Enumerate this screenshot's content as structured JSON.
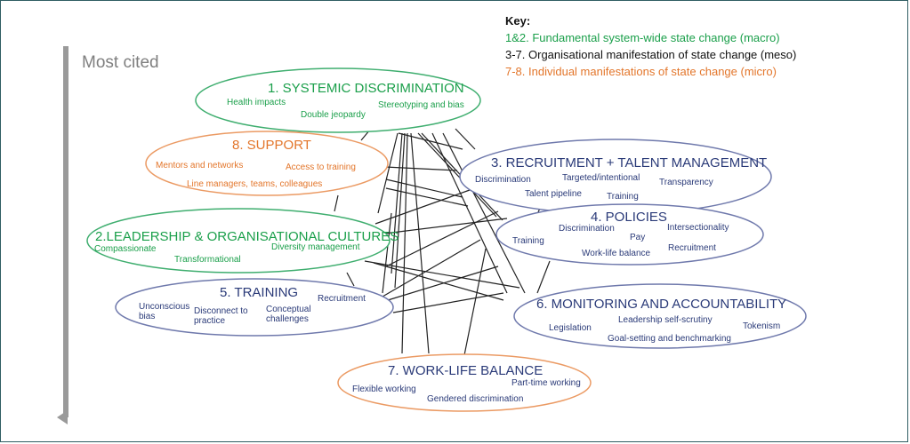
{
  "colors": {
    "macro": "#1a9f4a",
    "micro": "#e3762b",
    "meso": "#2a3a78",
    "macro_ellipse": "#3fae6f",
    "micro_ellipse": "#eb9a63",
    "meso_ellipse": "#6f79ac",
    "arrow": "#9a9a9a",
    "lines": "#222222"
  },
  "key": {
    "title": "Key:",
    "macro": "1&2. Fundamental system-wide state change (macro)",
    "meso": "3-7. Organisational manifestation of state change (meso)",
    "micro": "7-8. Individual manifestations of state change (micro)"
  },
  "axis": {
    "label": "Most cited"
  },
  "nodes": {
    "systemic": {
      "title": "1. SYSTEMIC DISCRIMINATION",
      "items": [
        "Health impacts",
        "Double jeopardy",
        "Stereotyping and bias"
      ]
    },
    "support": {
      "title": "8. SUPPORT",
      "items": [
        "Mentors and networks",
        "Access to training",
        "Line managers, teams, colleagues"
      ]
    },
    "recruitment": {
      "title": "3. RECRUITMENT + TALENT MANAGEMENT",
      "items": [
        "Discrimination",
        "Targeted/intentional",
        "Transparency",
        "Talent pipeline",
        "Training"
      ]
    },
    "leadership": {
      "title": "2.LEADERSHIP & ORGANISATIONAL CULTURES",
      "items": [
        "Compassionate",
        "Diversity management",
        "Transformational"
      ]
    },
    "policies": {
      "title": "4. POLICIES",
      "items": [
        "Discrimination",
        "Intersectionality",
        "Pay",
        "Training",
        "Recruitment",
        "Work-life balance"
      ]
    },
    "training": {
      "title": "5. TRAINING",
      "items": [
        "Recruitment",
        "Unconscious bias",
        "Disconnect to practice",
        "Conceptual challenges"
      ]
    },
    "monitoring": {
      "title": "6. MONITORING AND ACCOUNTABILITY",
      "items": [
        "Leadership self-scrutiny",
        "Legislation",
        "Tokenism",
        "Goal-setting and benchmarking"
      ]
    },
    "worklife": {
      "title": "7. WORK-LIFE BALANCE",
      "items": [
        "Part-time working",
        "Flexible working",
        "Gendered discrimination"
      ]
    }
  }
}
